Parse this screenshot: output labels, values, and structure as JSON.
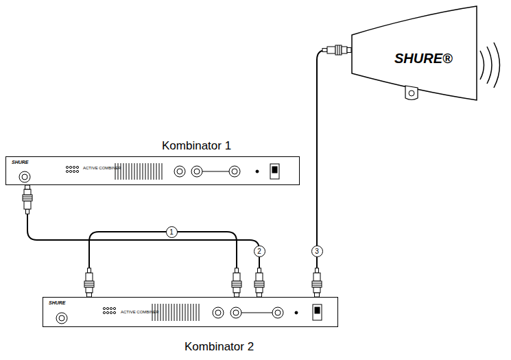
{
  "diagram": {
    "nodes": [
      {
        "text": [
          "SHURE®"
        ]
      },
      {
        "text": [
          "Kombinator 1",
          "SHURE",
          "ACTIVE COMBINER"
        ]
      },
      {
        "text": [
          "SHURE",
          "ACTIVE COMBINER",
          "Kombinator 2"
        ]
      }
    ],
    "edges": [
      {
        "from": 1,
        "to": 2,
        "arrow": "none"
      },
      {
        "from": 2,
        "to": 0,
        "arrow": "none"
      }
    ],
    "labels": [
      "1",
      "2",
      "3"
    ]
  }
}
